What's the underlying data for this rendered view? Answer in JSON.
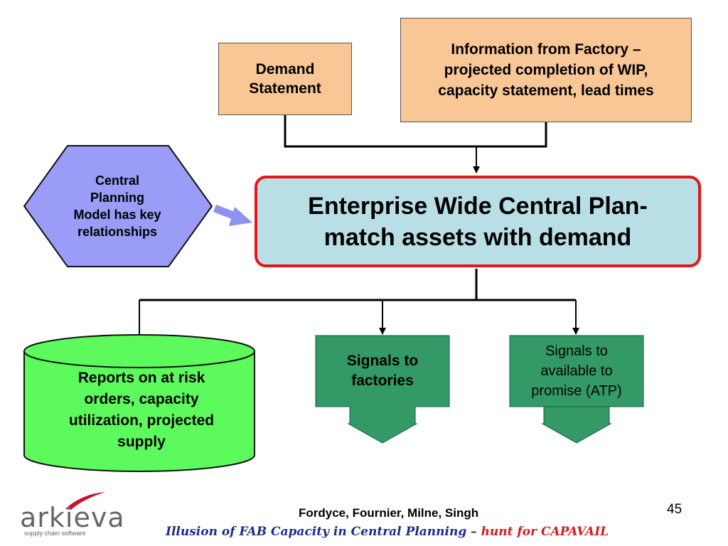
{
  "demand": {
    "label": "Demand\nStatement"
  },
  "factory_info": {
    "label": "Information from Factory –\nprojected completion of WIP,\ncapacity statement, lead times"
  },
  "planning_model": {
    "label": "Central\nPlanning\nModel has key\nrelationships"
  },
  "central_plan": {
    "label": "Enterprise Wide Central Plan-\nmatch assets with demand"
  },
  "reports": {
    "label": "Reports on at risk\norders, capacity\nutilization, projected\nsupply"
  },
  "signals_factories": {
    "label": "Signals to\nfactories"
  },
  "signals_atp": {
    "label": "Signals to\navailable to\npromise (ATP)"
  },
  "footer": {
    "authors": "Fordyce, Fournier, Milne, Singh",
    "title_main": "Illusion of FAB Capacity in Central Planning – ",
    "title_highlight": "hunt for CAPAVAIL",
    "page_number": "45"
  },
  "logo": {
    "word": "arkieva",
    "tagline": "supply chain software"
  },
  "colors": {
    "input_box": "#f9c796",
    "central_fill": "#b9dfe6",
    "central_border": "#e8141b",
    "hexagon": "#9a9cf7",
    "cylinder": "#5cfa5c",
    "signal_green": "#339966",
    "footer_blue": "#1f2a8c",
    "footer_red": "#d91a1a"
  }
}
